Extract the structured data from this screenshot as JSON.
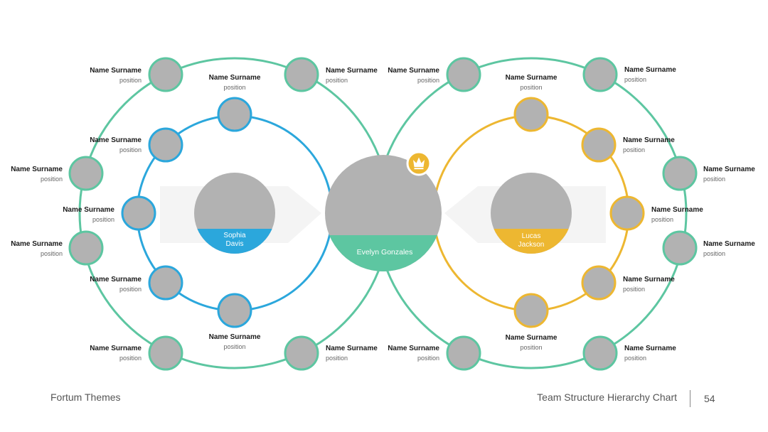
{
  "colors": {
    "green": "#5DC6A1",
    "blue": "#2BA7DC",
    "yellow": "#EDB731",
    "gray": "#B2B2B2",
    "text": "#1a1a1a",
    "subtext": "#666666"
  },
  "center": {
    "name": "Evelyn Gonzales",
    "badge": "crown-icon"
  },
  "left_leader": {
    "name_line1": "Sophia",
    "name_line2": "Davis"
  },
  "right_leader": {
    "name_line1": "Lucas",
    "name_line2": "Jackson"
  },
  "left_outer_members": [
    {
      "name": "Name Surname",
      "position": "position"
    },
    {
      "name": "Name Surname",
      "position": "position"
    },
    {
      "name": "Name Surname",
      "position": "position"
    },
    {
      "name": "Name Surname",
      "position": "position"
    },
    {
      "name": "Name Surname",
      "position": "position"
    },
    {
      "name": "Name Surname",
      "position": "position"
    }
  ],
  "left_inner_members": [
    {
      "name": "Name Surname",
      "position": "position"
    },
    {
      "name": "Name Surname",
      "position": "position"
    },
    {
      "name": "Name Surname",
      "position": "position"
    },
    {
      "name": "Name Surname",
      "position": "position"
    },
    {
      "name": "Name Surname",
      "position": "position"
    }
  ],
  "right_outer_members": [
    {
      "name": "Name Surname",
      "position": "position"
    },
    {
      "name": "Name Surname",
      "position": "position"
    },
    {
      "name": "Name Surname",
      "position": "position"
    },
    {
      "name": "Name Surname",
      "position": "position"
    },
    {
      "name": "Name Surname",
      "position": "position"
    },
    {
      "name": "Name Surname",
      "position": "position"
    }
  ],
  "right_inner_members": [
    {
      "name": "Name Surname",
      "position": "position"
    },
    {
      "name": "Name Surname",
      "position": "position"
    },
    {
      "name": "Name Surname",
      "position": "position"
    },
    {
      "name": "Name Surname",
      "position": "position"
    },
    {
      "name": "Name Surname",
      "position": "position"
    }
  ],
  "footer": {
    "brand": "Fortum Themes",
    "title": "Team Structure Hierarchy Chart",
    "page": "54"
  }
}
